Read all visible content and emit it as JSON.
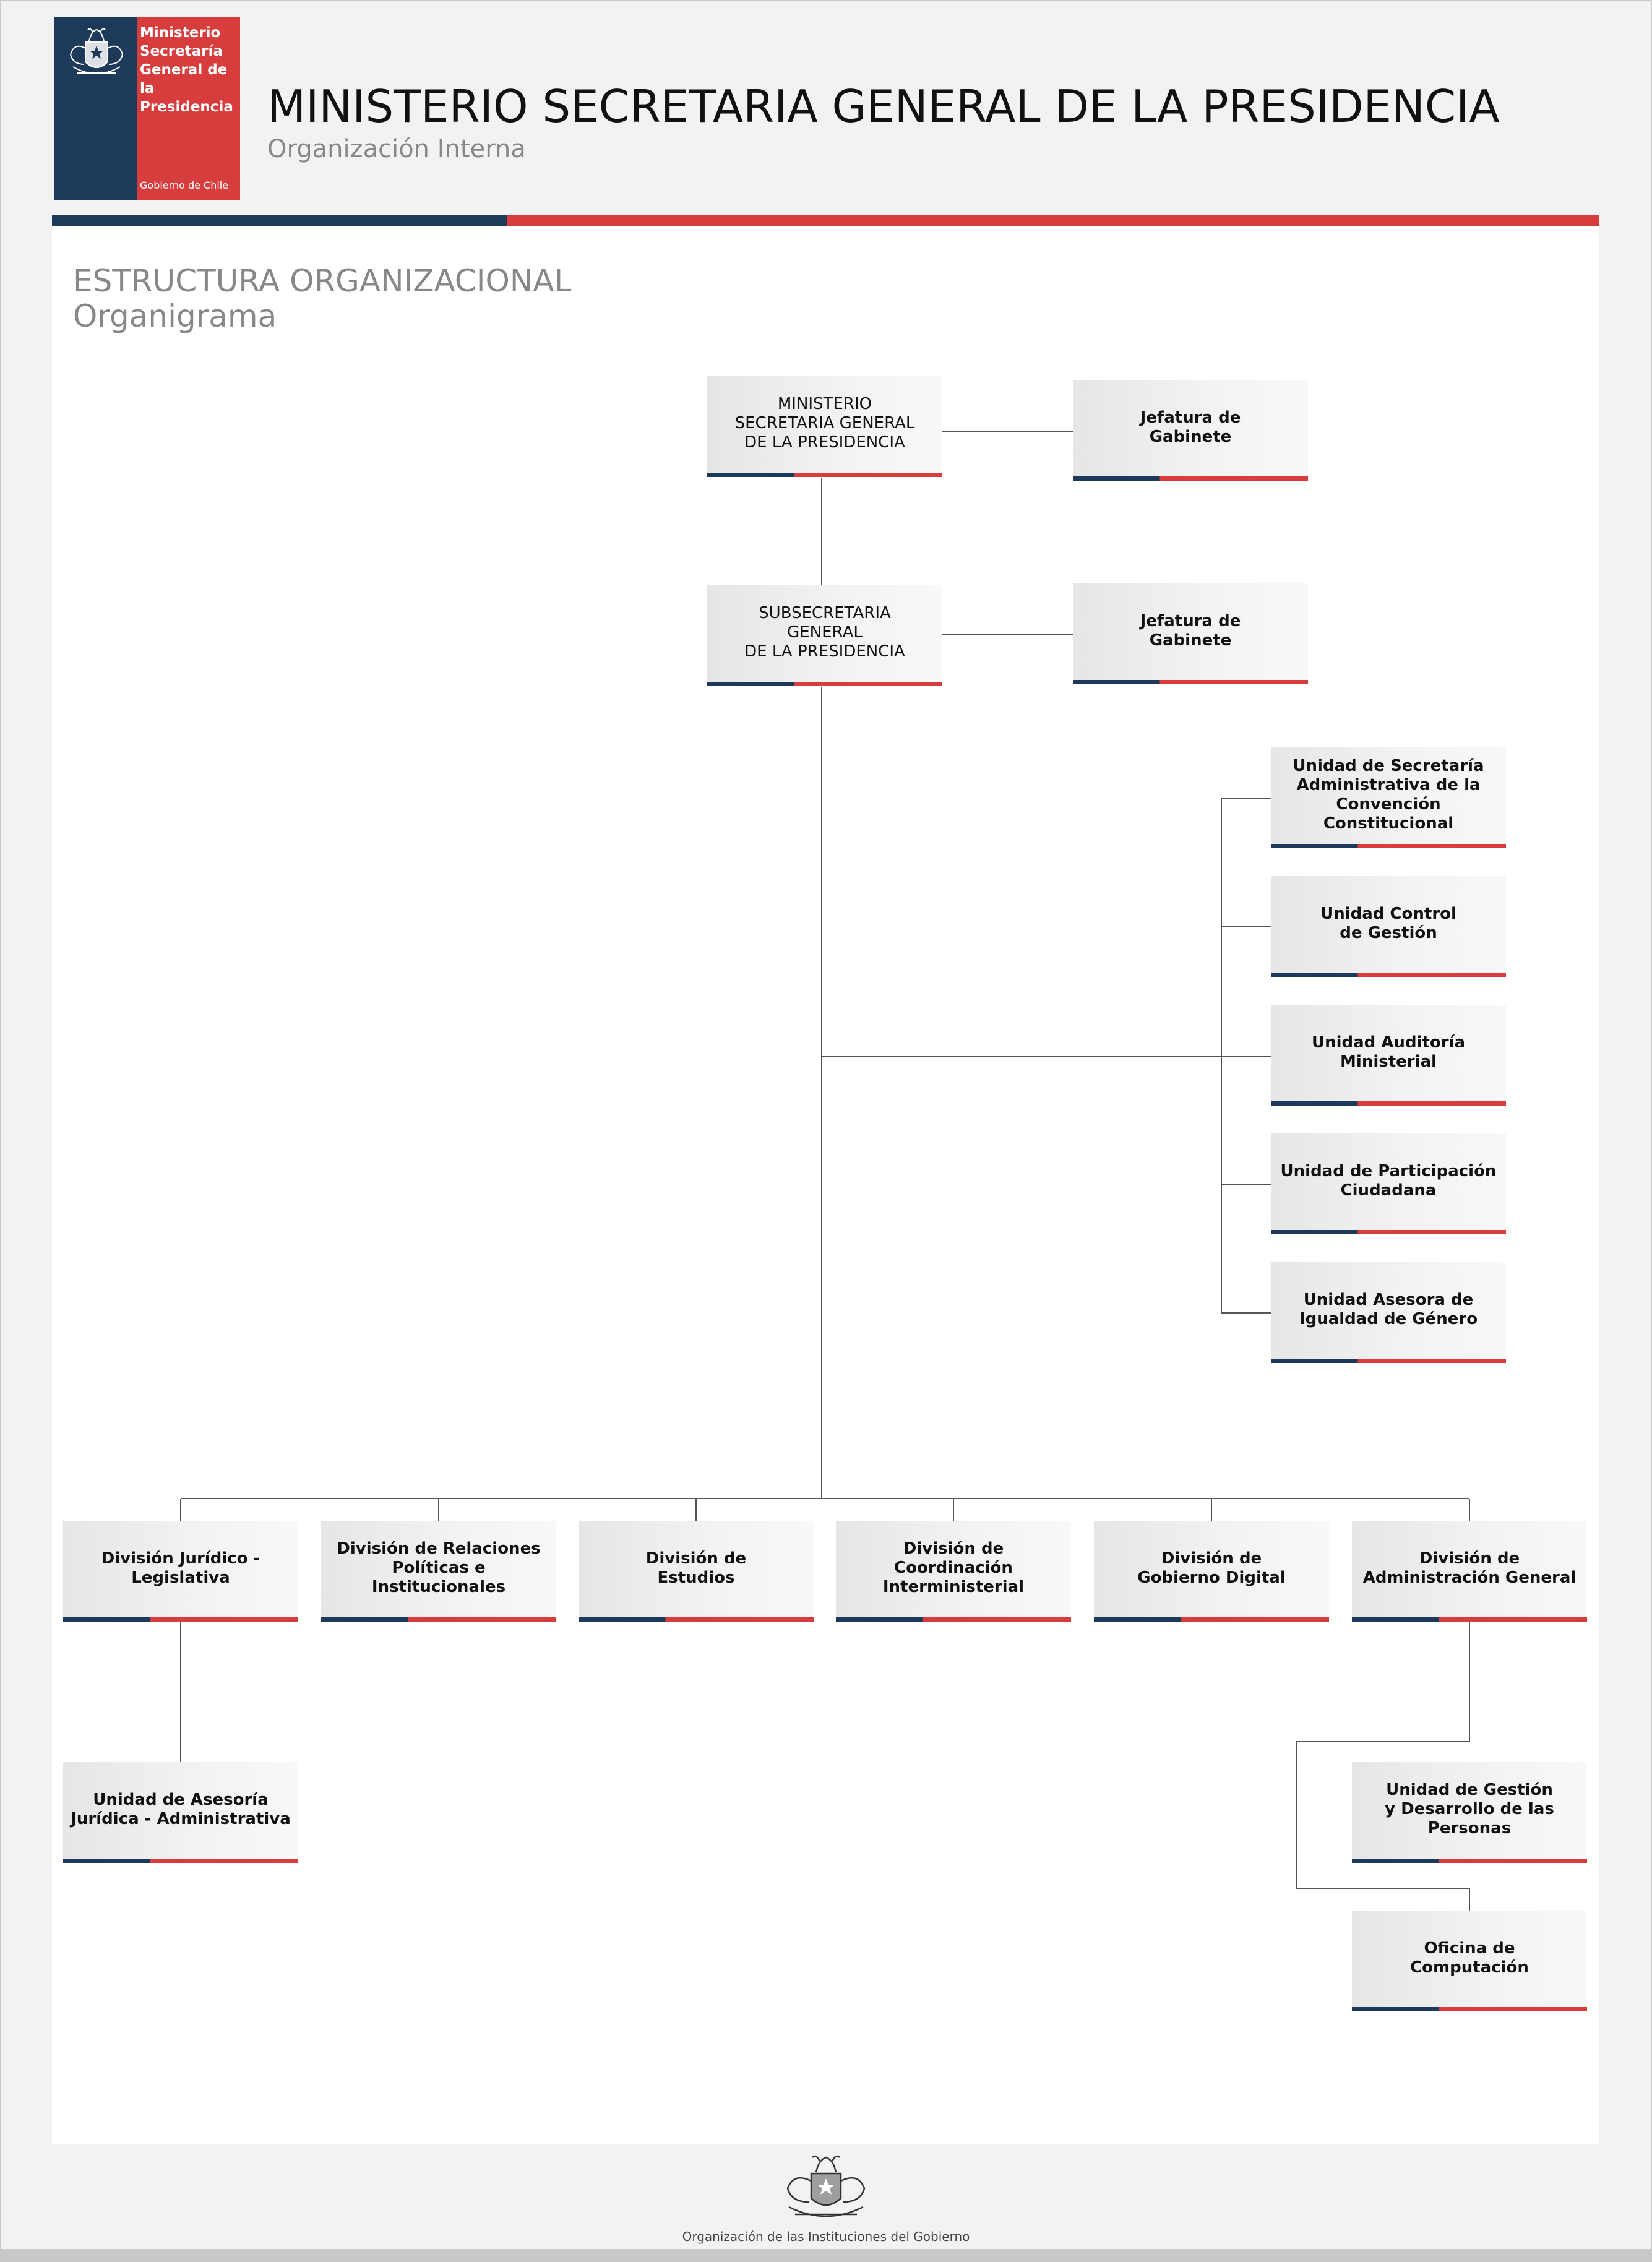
{
  "header": {
    "logo_text": "Ministerio\nSecretaría\nGeneral de la\nPresidencia",
    "logo_subtext": "Gobierno de Chile",
    "title": "MINISTERIO SECRETARIA GENERAL DE LA PRESIDENCIA",
    "subtitle": "Organización Interna"
  },
  "section": {
    "title": "ESTRUCTURA ORGANIZACIONAL",
    "subtitle": "Organigrama"
  },
  "org": {
    "ministerio": "MINISTERIO\nSECRETARIA GENERAL\nDE LA PRESIDENCIA",
    "jefatura_1": "Jefatura de\nGabinete",
    "subsecretaria": "SUBSECRETARIA\nGENERAL\nDE LA PRESIDENCIA",
    "jefatura_2": "Jefatura de\nGabinete",
    "units": [
      "Unidad de Secretaría\nAdministrativa de la\nConvención Constitucional",
      "Unidad Control\nde Gestión",
      "Unidad Auditoría\nMinisterial",
      "Unidad de Participación\nCiudadana",
      "Unidad Asesora de\nIgualdad de Género"
    ],
    "divisions": [
      "División Jurídico -\nLegislativa",
      "División de Relaciones\nPolíticas e\nInstitucionales",
      "División de\nEstudios",
      "División de\nCoordinación\nInterministerial",
      "División de\nGobierno Digital",
      "División de\nAdministración General"
    ],
    "asesoria": "Unidad de Asesoría\nJurídica - Administrativa",
    "gestion_personas": "Unidad de Gestión\ny Desarrollo de las\nPersonas",
    "oficina_computacion": "Oficina de\nComputación"
  },
  "footer": {
    "text": "Organización de las Instituciones del Gobierno"
  },
  "colors": {
    "blue": "#1e3a5a",
    "red": "#d63d3c"
  }
}
